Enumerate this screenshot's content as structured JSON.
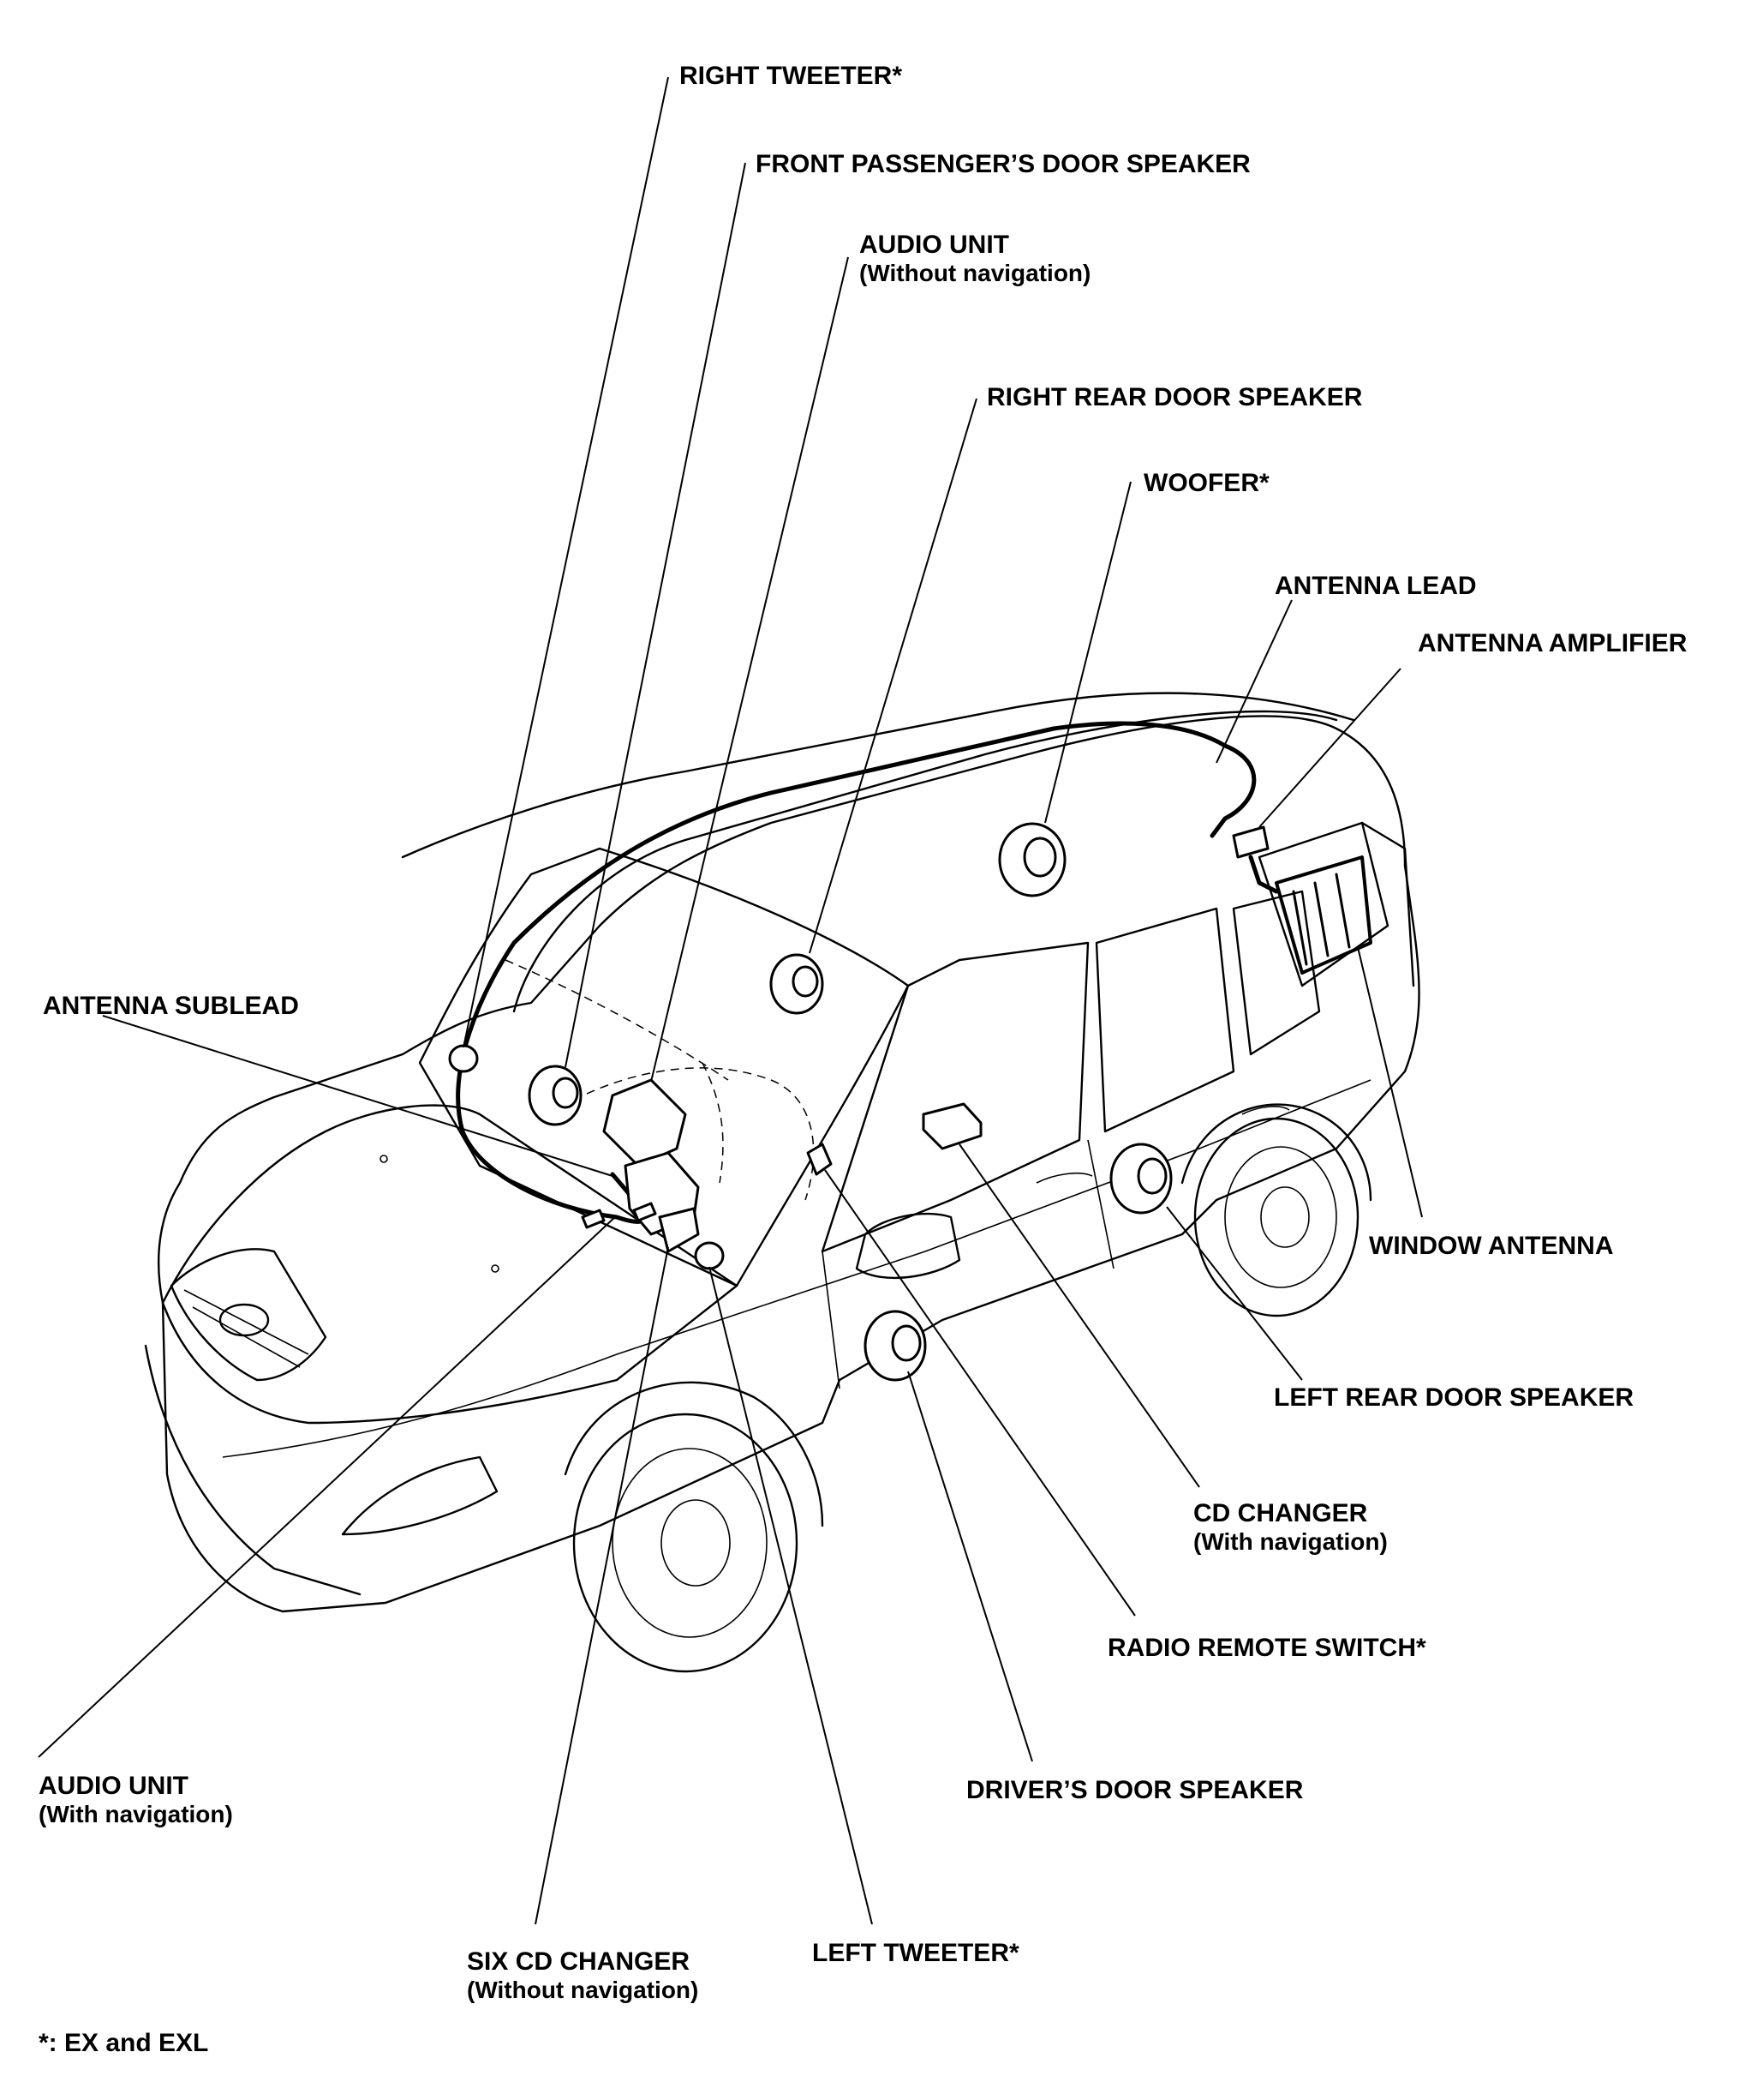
{
  "labels": {
    "right_tweeter": "RIGHT TWEETER*",
    "front_passenger_door_speaker": "FRONT PASSENGER’S DOOR SPEAKER",
    "audio_unit_without_nav": "AUDIO UNIT",
    "audio_unit_without_nav_note": "(Without navigation)",
    "right_rear_door_speaker": "RIGHT REAR DOOR SPEAKER",
    "woofer": "WOOFER*",
    "antenna_lead": "ANTENNA LEAD",
    "antenna_amplifier": "ANTENNA AMPLIFIER",
    "antenna_sublead": "ANTENNA SUBLEAD",
    "window_antenna": "WINDOW ANTENNA",
    "left_rear_door_speaker": "LEFT REAR DOOR SPEAKER",
    "cd_changer": "CD CHANGER",
    "cd_changer_note": "(With navigation)",
    "radio_remote_switch": "RADIO REMOTE SWITCH*",
    "drivers_door_speaker": "DRIVER’S DOOR SPEAKER",
    "audio_unit_with_nav": "AUDIO UNIT",
    "audio_unit_with_nav_note": "(With navigation)",
    "left_tweeter": "LEFT TWEETER*",
    "six_cd_changer": "SIX CD CHANGER",
    "six_cd_changer_note": "(Without navigation)"
  },
  "footnote": "*: EX and EXL"
}
